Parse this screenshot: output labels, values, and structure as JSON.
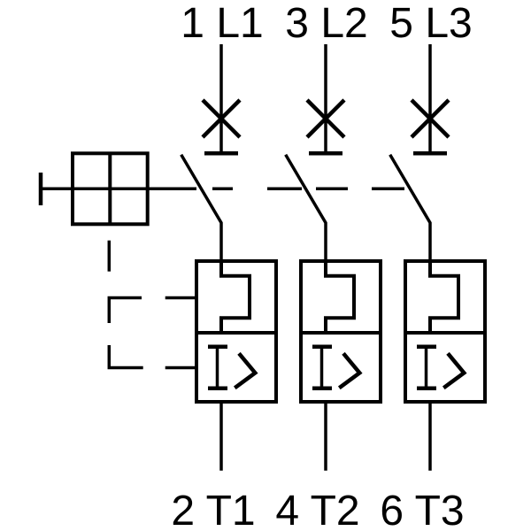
{
  "diagram": {
    "kind": "motor-protection-circuit-breaker-schematic",
    "pole_count": 3
  },
  "colors": {
    "line": "#000000",
    "background": "#ffffff"
  },
  "terminals": {
    "top_labels": [
      "1 L1",
      "3 L2",
      "5 L3"
    ],
    "bottom_labels": [
      "2 T1",
      "4 T2",
      "6 T3"
    ]
  },
  "icons": {
    "breaker_function_cross": "X",
    "magnetic_overcurrent_release": "I>",
    "thermal_overload_release": "rectangular-jog",
    "operating_mechanism": "four-quadrant-square",
    "manual_handle": "T-bar"
  }
}
